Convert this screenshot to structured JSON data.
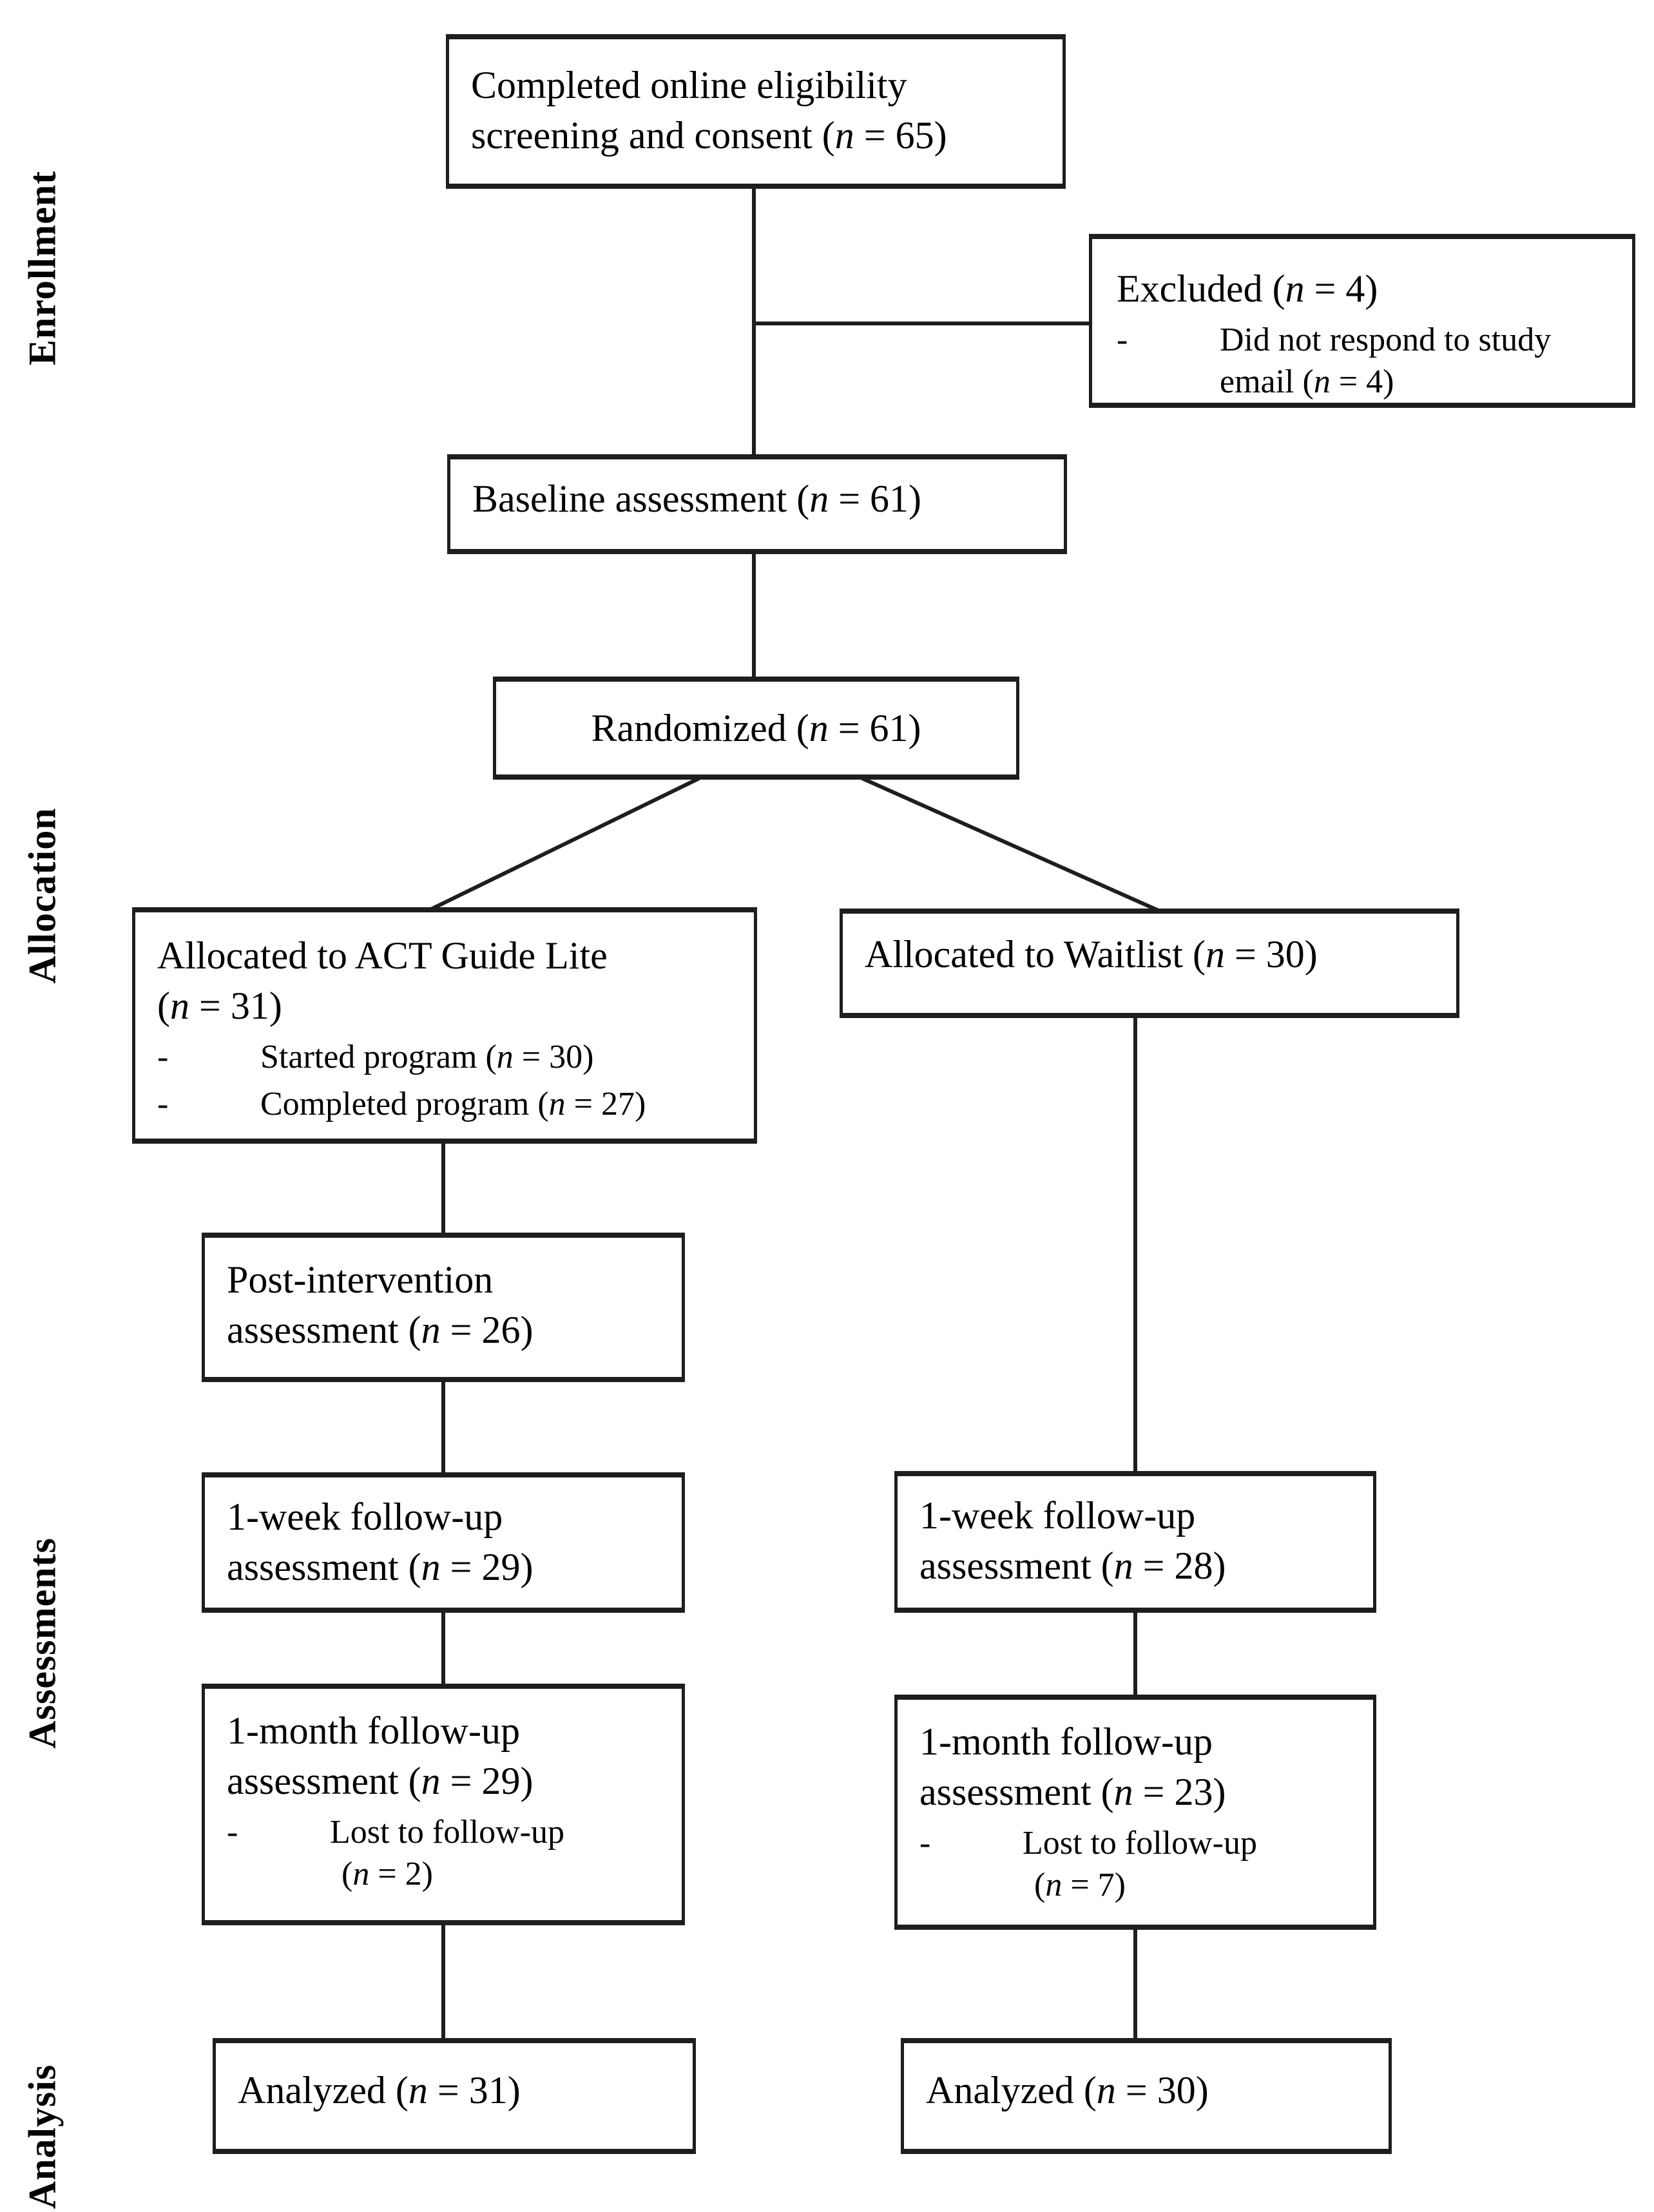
{
  "figure": {
    "background": "#ffffff",
    "text_color": "#000000",
    "line_color": "#1e1e1e",
    "bullet_marker": "-",
    "stage_labels": {
      "enrollment": "Enrollment",
      "allocation": "Allocation",
      "assessments": "Assessments",
      "analysis": "Analysis"
    },
    "boxes": {
      "eligibility": {
        "lines": [
          "Completed online eligibility",
          "screening and consent (n = 65)"
        ]
      },
      "excluded": {
        "lines": [
          "Excluded (n = 4)"
        ],
        "bullets": [
          {
            "lines": [
              "Did not respond to study",
              "email (n = 4)"
            ]
          }
        ]
      },
      "baseline": {
        "lines": [
          "Baseline assessment (n = 61)"
        ]
      },
      "randomized": {
        "lines": [
          "Randomized (n = 61)"
        ]
      },
      "alloc_left": {
        "lines": [
          "Allocated to ACT Guide Lite",
          "(n = 31)"
        ],
        "bullets": [
          {
            "lines": [
              "Started program (n = 30)"
            ]
          },
          {
            "lines": [
              "Completed program (n = 27)"
            ]
          }
        ]
      },
      "alloc_right": {
        "lines": [
          "Allocated to Waitlist (n = 30)"
        ]
      },
      "post_intervention": {
        "lines": [
          "Post-intervention",
          "assessment (n = 26)"
        ]
      },
      "week1_left": {
        "lines": [
          "1-week follow-up",
          "assessment (n = 29)"
        ]
      },
      "week1_right": {
        "lines": [
          "1-week follow-up",
          "assessment (n = 28)"
        ]
      },
      "month1_left": {
        "lines": [
          "1-month follow-up",
          "assessment (n = 29)"
        ],
        "bullets": [
          {
            "lines": [
              "Lost to follow-up",
              "(n = 2)"
            ]
          }
        ]
      },
      "month1_right": {
        "lines": [
          "1-month follow-up",
          "assessment (n = 23)"
        ],
        "bullets": [
          {
            "lines": [
              "Lost to follow-up",
              "(n = 7)"
            ]
          }
        ]
      },
      "analyzed_left": {
        "lines": [
          "Analyzed (n = 31)"
        ]
      },
      "analyzed_right": {
        "lines": [
          "Analyzed (n = 30)"
        ]
      }
    }
  }
}
